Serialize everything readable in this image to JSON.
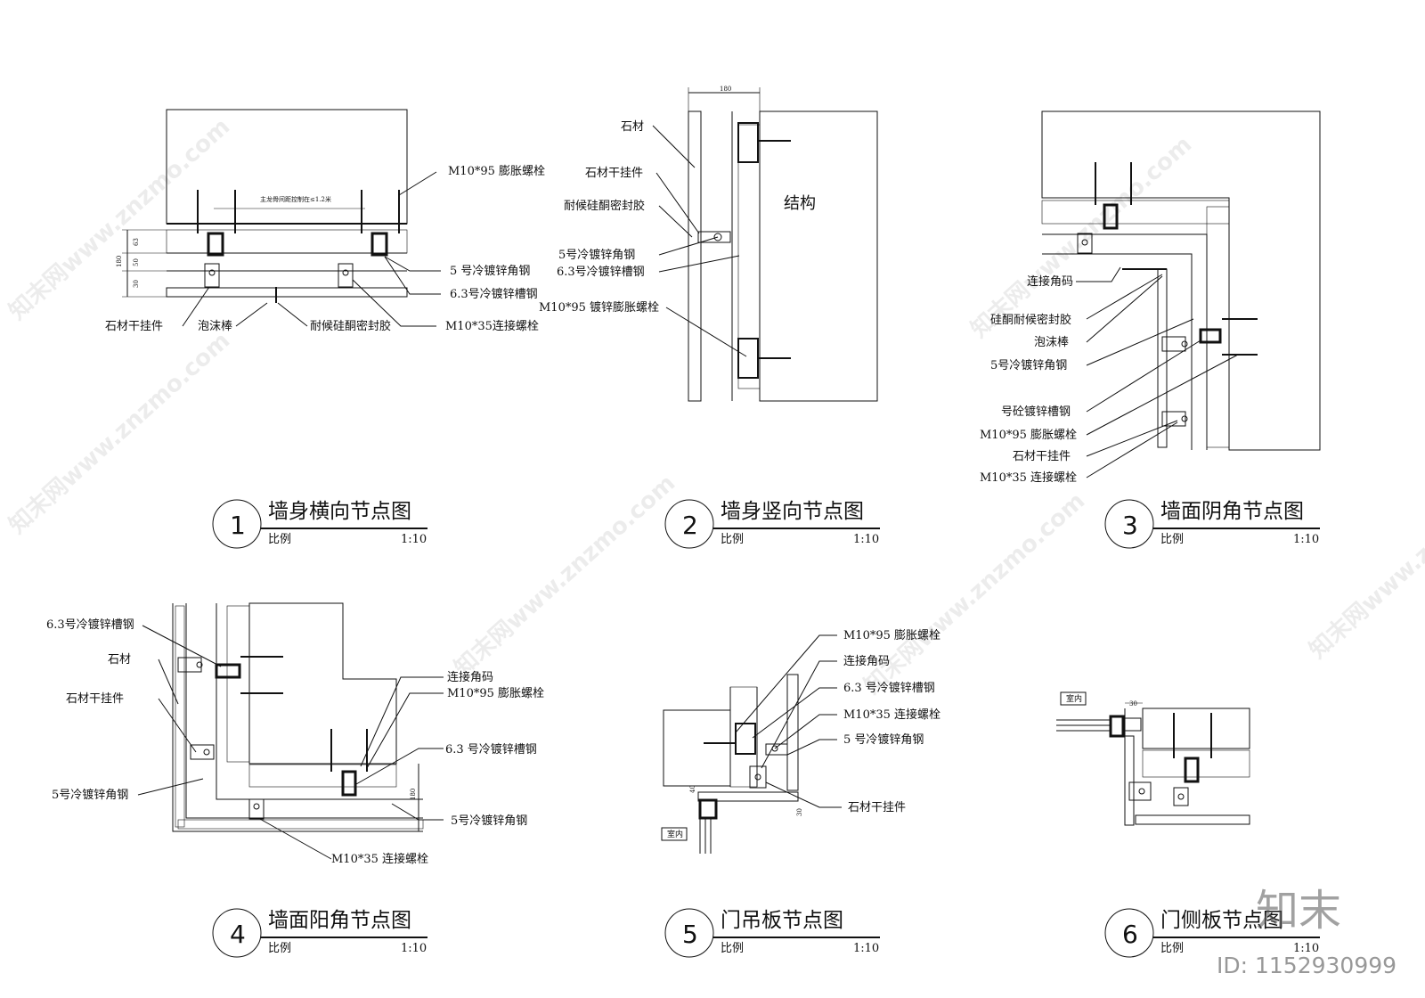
{
  "details": [
    {
      "number": "1",
      "title": "墙身横向节点图",
      "scale_label": "比例",
      "scale_value": "1:10",
      "dim_note": "主龙骨间距控制在≤1.2米",
      "dims": [
        "180",
        "63",
        "50",
        "30"
      ],
      "labels": [
        "M10*95 膨胀螺栓",
        "5 号冷镀锌角钢",
        "6.3号冷镀锌槽钢",
        "M10*35连接螺栓",
        "石材干挂件",
        "泡沫棒",
        "耐候硅酮密封胶"
      ]
    },
    {
      "number": "2",
      "title": "墙身竖向节点图",
      "scale_label": "比例",
      "scale_value": "1:10",
      "dim": "180",
      "structure_label": "结构",
      "labels": [
        "石材",
        "石材干挂件",
        "耐候硅酮密封胶",
        "5号冷镀锌角钢",
        "6.3号冷镀锌槽钢",
        "M10*95 镀锌膨胀螺栓"
      ]
    },
    {
      "number": "3",
      "title": "墙面阴角节点图",
      "scale_label": "比例",
      "scale_value": "1:10",
      "labels": [
        "连接角码",
        "硅酮耐候密封胶",
        "泡沫棒",
        "5号冷镀锌角钢",
        "号砼镀锌槽钢",
        "M10*95 膨胀螺栓",
        "石材干挂件",
        "M10*35 连接螺栓"
      ]
    },
    {
      "number": "4",
      "title": "墙面阳角节点图",
      "scale_label": "比例",
      "scale_value": "1:10",
      "dim": "180",
      "labels": [
        "6.3号冷镀锌槽钢",
        "石材",
        "石材干挂件",
        "5号冷镀锌角钢",
        "连接角码",
        "M10*95 膨胀螺栓",
        "6.3 号冷镀锌槽钢",
        "5号冷镀锌角钢",
        "M10*35 连接螺栓"
      ]
    },
    {
      "number": "5",
      "title": "门吊板节点图",
      "scale_label": "比例",
      "scale_value": "1:10",
      "room_label": "室内",
      "dims": [
        "40",
        "30"
      ],
      "labels": [
        "M10*95 膨胀螺栓",
        "连接角码",
        "6.3 号冷镀锌槽钢",
        "M10*35 连接螺栓",
        "5 号冷镀锌角钢",
        "石材干挂件"
      ]
    },
    {
      "number": "6",
      "title": "门侧板节点图",
      "scale_label": "比例",
      "scale_value": "1:10",
      "room_label": "室内",
      "dim": "30"
    }
  ],
  "watermark": "知末网www.znzmo.com",
  "brand": "知末",
  "image_id": "ID: 1152930999"
}
